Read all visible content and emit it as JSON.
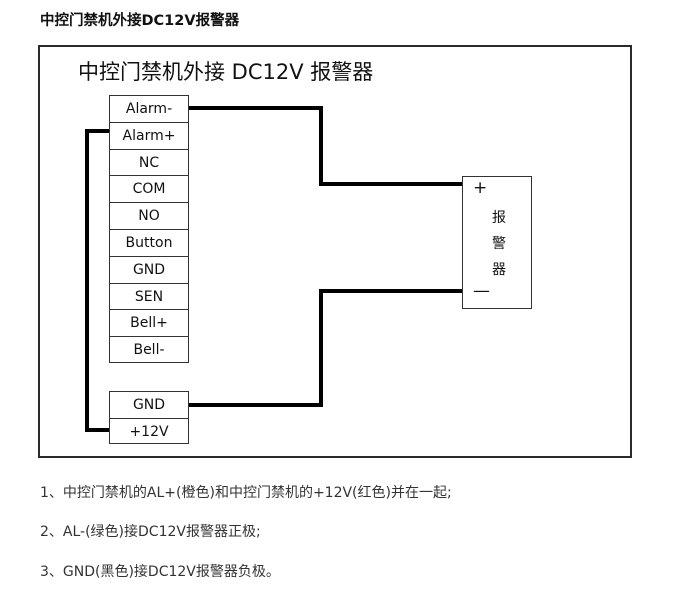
{
  "page_heading": "中控门禁机外接DC12V报警器",
  "diagram": {
    "title": "中控门禁机外接 DC12V 报警器",
    "terminals_upper": [
      "Alarm-",
      "Alarm+",
      "NC",
      "COM",
      "NO",
      "Button",
      "GND",
      "SEN",
      "Bell+",
      "Bell-"
    ],
    "terminals_lower": [
      "GND",
      "+12V"
    ],
    "alarm": {
      "plus": "+",
      "minus": "—",
      "label_chars": [
        "报",
        "警",
        "器"
      ]
    }
  },
  "notes": [
    "1、中控门禁机的AL+(橙色)和中控门禁机的+12V(红色)并在一起;",
    "2、AL-(绿色)接DC12V报警器正极;",
    "3、GND(黑色)接DC12V报警器负极。"
  ]
}
